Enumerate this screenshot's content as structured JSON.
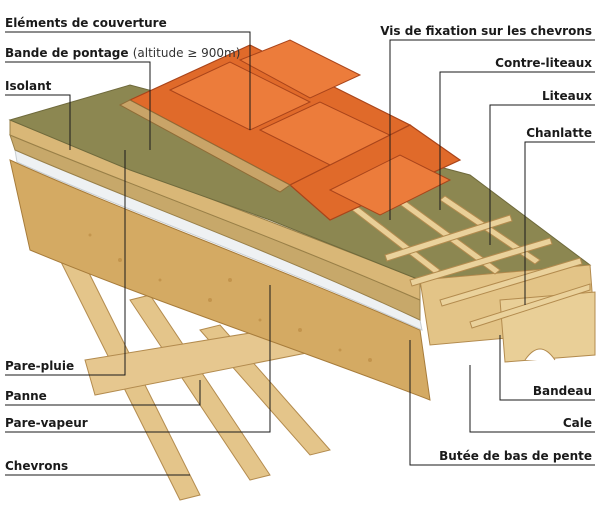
{
  "labels": {
    "elements_couverture": "Eléments de couverture",
    "bande_pontage": "Bande de pontage",
    "bande_pontage_note": "(altitude ≥ 900m)",
    "isolant": "Isolant",
    "pare_pluie": "Pare-pluie",
    "panne": "Panne",
    "pare_vapeur": "Pare-vapeur",
    "chevrons": "Chevrons",
    "vis_fixation": "Vis de fixation sur les chevrons",
    "contre_liteaux": "Contre-liteaux",
    "liteaux": "Liteaux",
    "chanlatte": "Chanlatte",
    "bandeau": "Bandeau",
    "cale": "Cale",
    "butee": "Butée de bas de pente"
  },
  "colors": {
    "tile": "#e06a2a",
    "tile_dark": "#b9481a",
    "insulation": "#8a8650",
    "insulation_light": "#b8a36a",
    "wood": "#e7c98f",
    "wood_dark": "#c9a468",
    "osb": "#d1a660",
    "membrane": "#e8ecef",
    "leader": "#1a1a1a"
  }
}
